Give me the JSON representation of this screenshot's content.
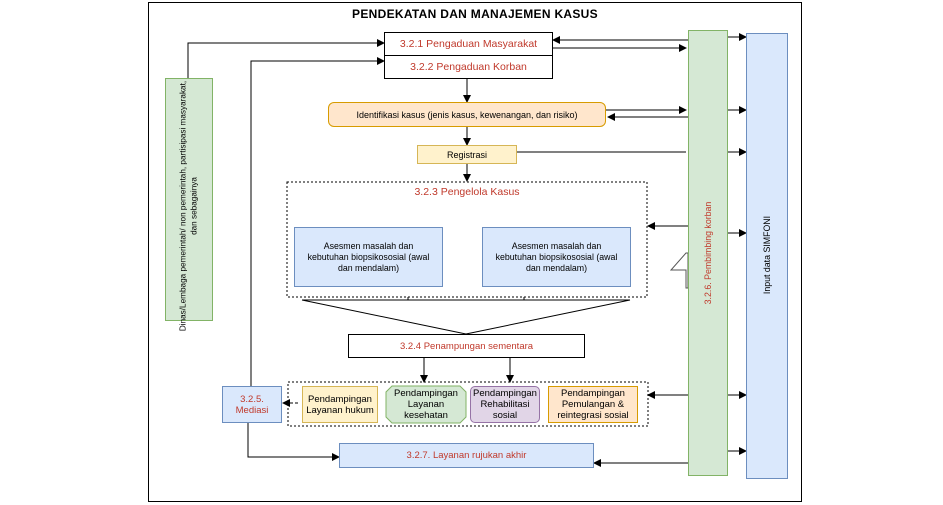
{
  "title": "PENDEKATAN DAN MANAJEMEN KASUS",
  "nodes": {
    "pengaduan_masyarakat": "3.2.1 Pengaduan Masyarakat",
    "pengaduan_korban": "3.2.2 Pengaduan Korban",
    "identifikasi": "Identifikasi kasus (jenis kasus, kewenangan, dan risiko)",
    "registrasi": "Registrasi",
    "pengelola": "3.2.3 Pengelola Kasus",
    "asesmen_1": "Asesmen masalah dan kebutuhan biopsikososial (awal dan mendalam)",
    "asesmen_2": "Asesmen masalah dan kebutuhan biopsikososial (awal dan mendalam)",
    "penampungan": "3.2.4 Penampungan sementara",
    "mediasi": "3.2.5. Mediasi",
    "layanan_hukum": "Pendampingan Layanan hukum",
    "layanan_kesehatan": "Pendampingan Layanan kesehatan",
    "rehabilitasi": "Pendampingan Rehabilitasi sosial",
    "pemulangan": "Pendampingan Pemulangan & reintegrasi sosial",
    "rujukan": "3.2.7. Layanan rujukan akhir",
    "pembimbing": "3.2.6. Pembimbing korban",
    "simfoni": "Input data SIMFONI",
    "dinas": "Dinas/Lembaga pemerintah/ non pemerintah, partisipasi masyarakat, dan sebagainya"
  },
  "colors": {
    "red_text": "#c0392b",
    "green_fill": "#d5e8d4",
    "green_stroke": "#82b366",
    "orange_fill": "#ffe6cc",
    "orange_stroke": "#d79b00",
    "yellow_fill": "#fff2cc",
    "yellow_stroke": "#d6b656",
    "blue_fill": "#dae8fc",
    "blue_stroke": "#6c8ebf",
    "purple_fill": "#e1d5e7",
    "purple_stroke": "#9673a6"
  }
}
